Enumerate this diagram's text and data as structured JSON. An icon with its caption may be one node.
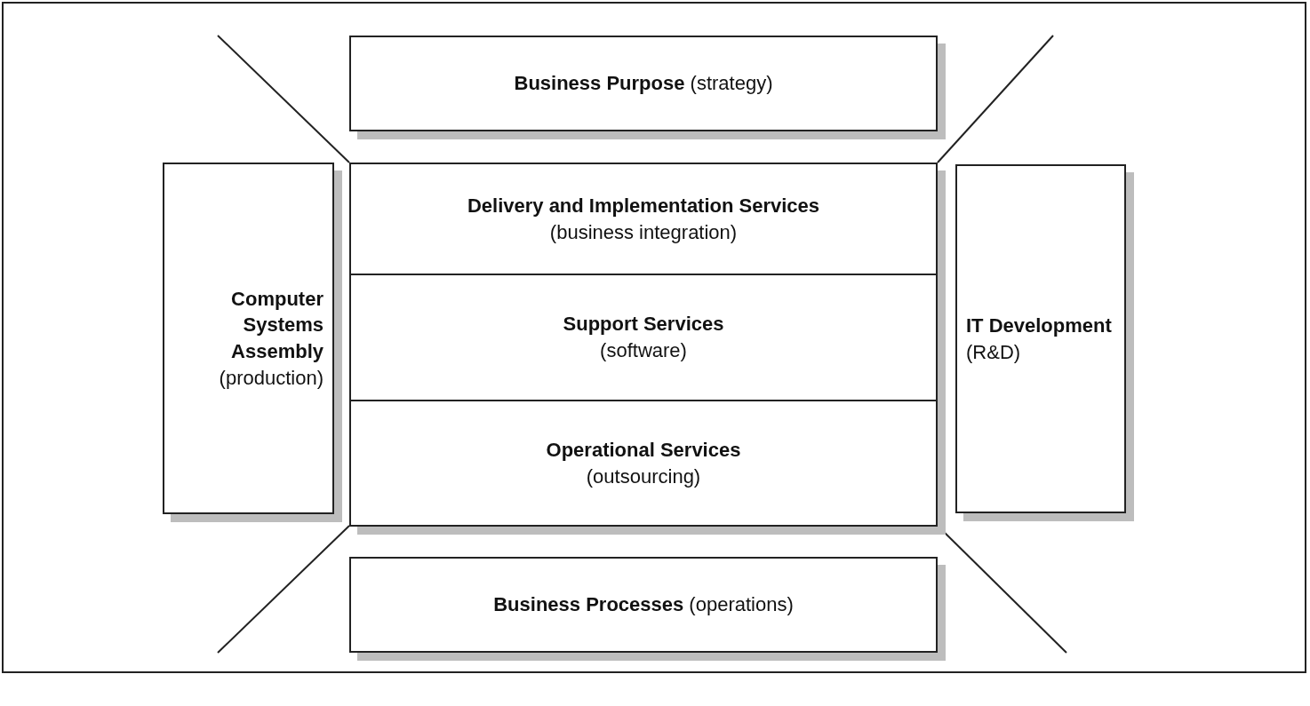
{
  "diagram": {
    "nodes": [
      {
        "text": [
          "**Business Purpose** (strategy)"
        ]
      },
      {
        "text": [
          "Computer Systems Assembly",
          "(production)"
        ]
      },
      {
        "text": [
          "Delivery and Implementation Services",
          "(business integration)"
        ]
      },
      {
        "text": [
          "Support Services",
          "(software)"
        ]
      },
      {
        "text": [
          "Operational Services",
          "(outsourcing)"
        ]
      },
      {
        "text": [
          "IT Development",
          "(R&D)"
        ]
      },
      {
        "text": [
          "**Business Processes** (operations)"
        ]
      }
    ]
  }
}
